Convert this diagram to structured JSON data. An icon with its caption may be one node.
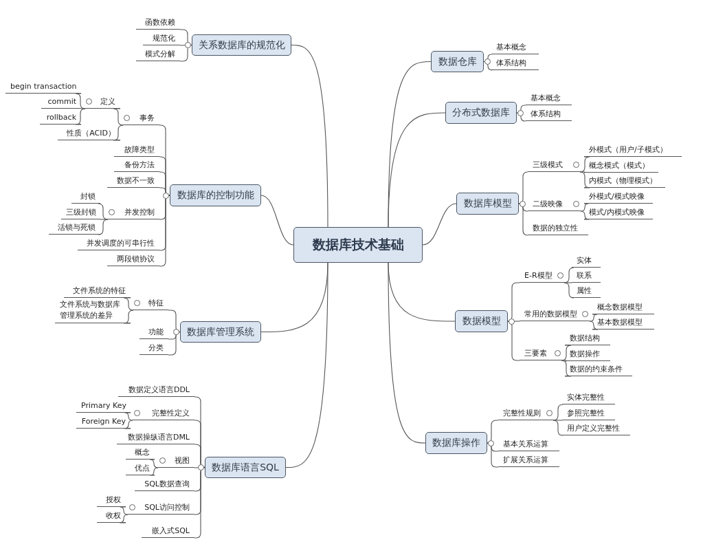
{
  "diagram": {
    "nodes": [
      {
        "text": [
          "数据库技术基础"
        ]
      },
      {
        "text": [
          "关系数据库的规范化"
        ]
      },
      {
        "text": [
          "函数依赖"
        ]
      },
      {
        "text": [
          "规范化"
        ]
      },
      {
        "text": [
          "模式分解"
        ]
      },
      {
        "text": [
          "数据库的控制功能"
        ]
      },
      {
        "text": [
          "事务"
        ]
      },
      {
        "text": [
          "定义"
        ]
      },
      {
        "text": [
          "begin transaction"
        ]
      },
      {
        "text": [
          "commit"
        ]
      },
      {
        "text": [
          "rollback"
        ]
      },
      {
        "text": [
          "性质（ACID）"
        ]
      },
      {
        "text": [
          "故障类型"
        ]
      },
      {
        "text": [
          "备份方法"
        ]
      },
      {
        "text": [
          "数据不一致"
        ]
      },
      {
        "text": [
          "并发控制"
        ]
      },
      {
        "text": [
          "封锁"
        ]
      },
      {
        "text": [
          "三级封锁"
        ]
      },
      {
        "text": [
          "活锁与死锁"
        ]
      },
      {
        "text": [
          "并发调度的可串行性"
        ]
      },
      {
        "text": [
          "两段锁协议"
        ]
      },
      {
        "text": [
          "数据库管理系统"
        ]
      },
      {
        "text": [
          "特征"
        ]
      },
      {
        "text": [
          "文件系统的特征"
        ]
      },
      {
        "text": [
          "文件系统与数据库管理系统的差异"
        ]
      },
      {
        "text": [
          "功能"
        ]
      },
      {
        "text": [
          "分类"
        ]
      },
      {
        "text": [
          "数据库语言SQL"
        ]
      },
      {
        "text": [
          "数据定义语言DDL"
        ]
      },
      {
        "text": [
          "完整性定义"
        ]
      },
      {
        "text": [
          "Primary Key"
        ]
      },
      {
        "text": [
          "Foreign Key"
        ]
      },
      {
        "text": [
          "数据操纵语言DML"
        ]
      },
      {
        "text": [
          "视图"
        ]
      },
      {
        "text": [
          "概念"
        ]
      },
      {
        "text": [
          "优点"
        ]
      },
      {
        "text": [
          "SQL数据查询"
        ]
      },
      {
        "text": [
          "SQL访问控制"
        ]
      },
      {
        "text": [
          "授权"
        ]
      },
      {
        "text": [
          "收权"
        ]
      },
      {
        "text": [
          "嵌入式SQL"
        ]
      },
      {
        "text": [
          "数据仓库"
        ]
      },
      {
        "text": [
          "基本概念"
        ]
      },
      {
        "text": [
          "体系结构"
        ]
      },
      {
        "text": [
          "分布式数据库"
        ]
      },
      {
        "text": [
          "基本概念"
        ]
      },
      {
        "text": [
          "体系结构"
        ]
      },
      {
        "text": [
          "数据库模型"
        ]
      },
      {
        "text": [
          "三级模式"
        ]
      },
      {
        "text": [
          "外模式（用户/子模式）"
        ]
      },
      {
        "text": [
          "概念模式（模式）"
        ]
      },
      {
        "text": [
          "内模式（物理模式）"
        ]
      },
      {
        "text": [
          "二级映像"
        ]
      },
      {
        "text": [
          "外模式/模式映像"
        ]
      },
      {
        "text": [
          "模式/内模式映像"
        ]
      },
      {
        "text": [
          "数据的独立性"
        ]
      },
      {
        "text": [
          "数据模型"
        ]
      },
      {
        "text": [
          "E-R模型"
        ]
      },
      {
        "text": [
          "实体"
        ]
      },
      {
        "text": [
          "联系"
        ]
      },
      {
        "text": [
          "属性"
        ]
      },
      {
        "text": [
          "常用的数据模型"
        ]
      },
      {
        "text": [
          "概念数据模型"
        ]
      },
      {
        "text": [
          "基本数据模型"
        ]
      },
      {
        "text": [
          "三要素"
        ]
      },
      {
        "text": [
          "数据结构"
        ]
      },
      {
        "text": [
          "数据操作"
        ]
      },
      {
        "text": [
          "数据的约束条件"
        ]
      },
      {
        "text": [
          "数据库操作"
        ]
      },
      {
        "text": [
          "完整性规则"
        ]
      },
      {
        "text": [
          "实体完整性"
        ]
      },
      {
        "text": [
          "参照完整性"
        ]
      },
      {
        "text": [
          "用户定义完整性"
        ]
      },
      {
        "text": [
          "基本关系运算"
        ]
      },
      {
        "text": [
          "扩展关系运算"
        ]
      }
    ],
    "edges": [
      {
        "from": 0,
        "to": 1,
        "arrow": "none"
      },
      {
        "from": 0,
        "to": 5,
        "arrow": "none"
      },
      {
        "from": 0,
        "to": 21,
        "arrow": "none"
      },
      {
        "from": 0,
        "to": 27,
        "arrow": "none"
      },
      {
        "from": 0,
        "to": 41,
        "arrow": "none"
      },
      {
        "from": 0,
        "to": 44,
        "arrow": "none"
      },
      {
        "from": 0,
        "to": 47,
        "arrow": "none"
      },
      {
        "from": 0,
        "to": 56,
        "arrow": "none"
      },
      {
        "from": 0,
        "to": 68,
        "arrow": "none"
      },
      {
        "from": 1,
        "to": 2,
        "arrow": "none"
      },
      {
        "from": 1,
        "to": 3,
        "arrow": "none"
      },
      {
        "from": 1,
        "to": 4,
        "arrow": "none"
      },
      {
        "from": 5,
        "to": 6,
        "arrow": "none"
      },
      {
        "from": 5,
        "to": 12,
        "arrow": "none"
      },
      {
        "from": 5,
        "to": 13,
        "arrow": "none"
      },
      {
        "from": 5,
        "to": 14,
        "arrow": "none"
      },
      {
        "from": 5,
        "to": 15,
        "arrow": "none"
      },
      {
        "from": 5,
        "to": 19,
        "arrow": "none"
      },
      {
        "from": 5,
        "to": 20,
        "arrow": "none"
      },
      {
        "from": 6,
        "to": 7,
        "arrow": "none"
      },
      {
        "from": 6,
        "to": 11,
        "arrow": "none"
      },
      {
        "from": 7,
        "to": 8,
        "arrow": "none"
      },
      {
        "from": 7,
        "to": 9,
        "arrow": "none"
      },
      {
        "from": 7,
        "to": 10,
        "arrow": "none"
      },
      {
        "from": 15,
        "to": 16,
        "arrow": "none"
      },
      {
        "from": 15,
        "to": 17,
        "arrow": "none"
      },
      {
        "from": 15,
        "to": 18,
        "arrow": "none"
      },
      {
        "from": 21,
        "to": 22,
        "arrow": "none"
      },
      {
        "from": 21,
        "to": 25,
        "arrow": "none"
      },
      {
        "from": 21,
        "to": 26,
        "arrow": "none"
      },
      {
        "from": 22,
        "to": 23,
        "arrow": "none"
      },
      {
        "from": 22,
        "to": 24,
        "arrow": "none"
      },
      {
        "from": 27,
        "to": 28,
        "arrow": "none"
      },
      {
        "from": 27,
        "to": 29,
        "arrow": "none"
      },
      {
        "from": 27,
        "to": 32,
        "arrow": "none"
      },
      {
        "from": 27,
        "to": 33,
        "arrow": "none"
      },
      {
        "from": 27,
        "to": 36,
        "arrow": "none"
      },
      {
        "from": 27,
        "to": 37,
        "arrow": "none"
      },
      {
        "from": 27,
        "to": 40,
        "arrow": "none"
      },
      {
        "from": 29,
        "to": 30,
        "arrow": "none"
      },
      {
        "from": 29,
        "to": 31,
        "arrow": "none"
      },
      {
        "from": 33,
        "to": 34,
        "arrow": "none"
      },
      {
        "from": 33,
        "to": 35,
        "arrow": "none"
      },
      {
        "from": 37,
        "to": 38,
        "arrow": "none"
      },
      {
        "from": 37,
        "to": 39,
        "arrow": "none"
      },
      {
        "from": 41,
        "to": 42,
        "arrow": "none"
      },
      {
        "from": 41,
        "to": 43,
        "arrow": "none"
      },
      {
        "from": 44,
        "to": 45,
        "arrow": "none"
      },
      {
        "from": 44,
        "to": 46,
        "arrow": "none"
      },
      {
        "from": 47,
        "to": 48,
        "arrow": "none"
      },
      {
        "from": 47,
        "to": 52,
        "arrow": "none"
      },
      {
        "from": 47,
        "to": 55,
        "arrow": "none"
      },
      {
        "from": 48,
        "to": 49,
        "arrow": "none"
      },
      {
        "from": 48,
        "to": 50,
        "arrow": "none"
      },
      {
        "from": 48,
        "to": 51,
        "arrow": "none"
      },
      {
        "from": 52,
        "to": 53,
        "arrow": "none"
      },
      {
        "from": 52,
        "to": 54,
        "arrow": "none"
      },
      {
        "from": 56,
        "to": 57,
        "arrow": "none"
      },
      {
        "from": 56,
        "to": 61,
        "arrow": "none"
      },
      {
        "from": 56,
        "to": 64,
        "arrow": "none"
      },
      {
        "from": 57,
        "to": 58,
        "arrow": "none"
      },
      {
        "from": 57,
        "to": 59,
        "arrow": "none"
      },
      {
        "from": 57,
        "to": 60,
        "arrow": "none"
      },
      {
        "from": 61,
        "to": 62,
        "arrow": "none"
      },
      {
        "from": 61,
        "to": 63,
        "arrow": "none"
      },
      {
        "from": 64,
        "to": 65,
        "arrow": "none"
      },
      {
        "from": 64,
        "to": 66,
        "arrow": "none"
      },
      {
        "from": 64,
        "to": 67,
        "arrow": "none"
      },
      {
        "from": 68,
        "to": 69,
        "arrow": "none"
      },
      {
        "from": 68,
        "to": 73,
        "arrow": "none"
      },
      {
        "from": 68,
        "to": 74,
        "arrow": "none"
      },
      {
        "from": 69,
        "to": 70,
        "arrow": "none"
      },
      {
        "from": 69,
        "to": 71,
        "arrow": "none"
      },
      {
        "from": 69,
        "to": 72,
        "arrow": "none"
      }
    ]
  }
}
